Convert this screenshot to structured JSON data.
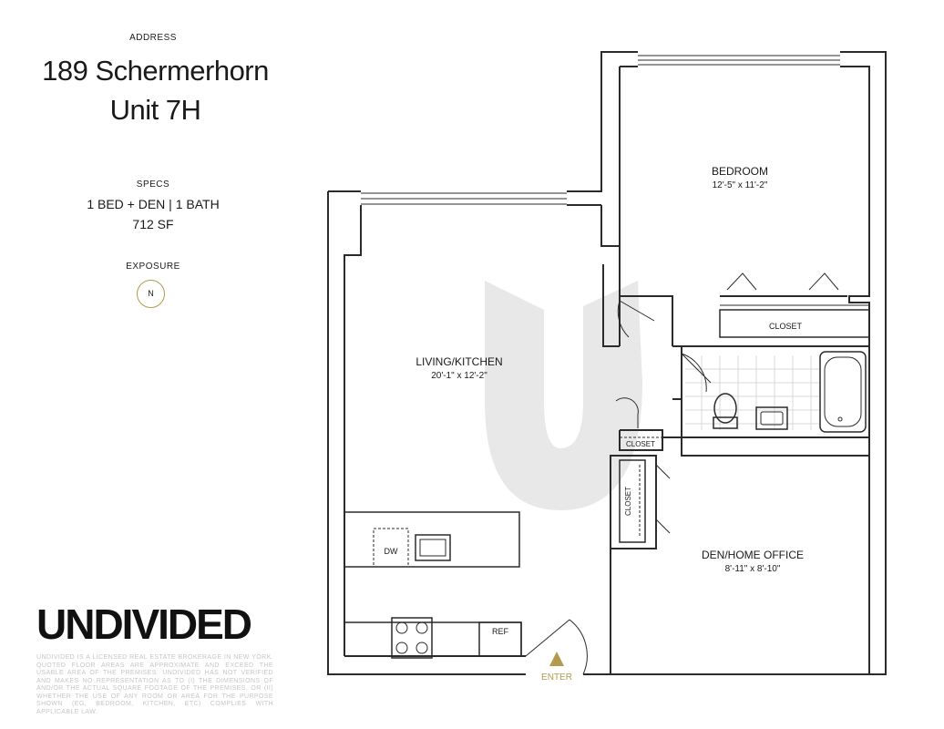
{
  "address": {
    "label": "ADDRESS",
    "line1": "189 Schermerhorn",
    "line2": "Unit 7H"
  },
  "specs": {
    "label": "SPECS",
    "line1": "1 BED + DEN | 1 BATH",
    "line2": "712 SF"
  },
  "exposure": {
    "label": "EXPOSURE",
    "direction": "N",
    "ring_color": "#b39a4e"
  },
  "brand": {
    "name": "UNDIVIDED",
    "disclaimer": "UNDIVIDED IS A LICENSED REAL ESTATE BROKERAGE IN NEW YORK. QUOTED FLOOR AREAS ARE APPROXIMATE AND EXCEED THE USABLE AREA OF THE PREMISES. UNDIVIDED HAS NOT VERIFIED AND MAKES NO REPRESENTATION AS TO (I) THE DIMENSIONS OF AND/OR THE ACTUAL SQUARE FOOTAGE OF THE PREMISES, OR (II) WHETHER THE USE OF ANY ROOM OR AREA FOR THE PURPOSE SHOWN (EG, BEDROOM, KITCHEN, ETC) COMPLIES WITH APPLICABLE LAW."
  },
  "floorplan": {
    "rooms": {
      "bedroom": {
        "name": "BEDROOM",
        "size": "12'-5\" x 11'-2\""
      },
      "living": {
        "name": "LIVING/KITCHEN",
        "size": "20'-1\" x 12'-2\""
      },
      "den": {
        "name": "DEN/HOME OFFICE",
        "size": "8'-11\" x 8'-10\""
      }
    },
    "labels": {
      "bedroom_closet": "CLOSET",
      "hall_closet": "CLOSET",
      "den_closet": "CLOSET",
      "dishwasher": "DW",
      "refrigerator": "REF",
      "entry": "ENTER"
    },
    "colors": {
      "wall": "#2b2b2b",
      "watermark": "#e6e6e6",
      "entry_accent": "#b39a4e"
    }
  }
}
